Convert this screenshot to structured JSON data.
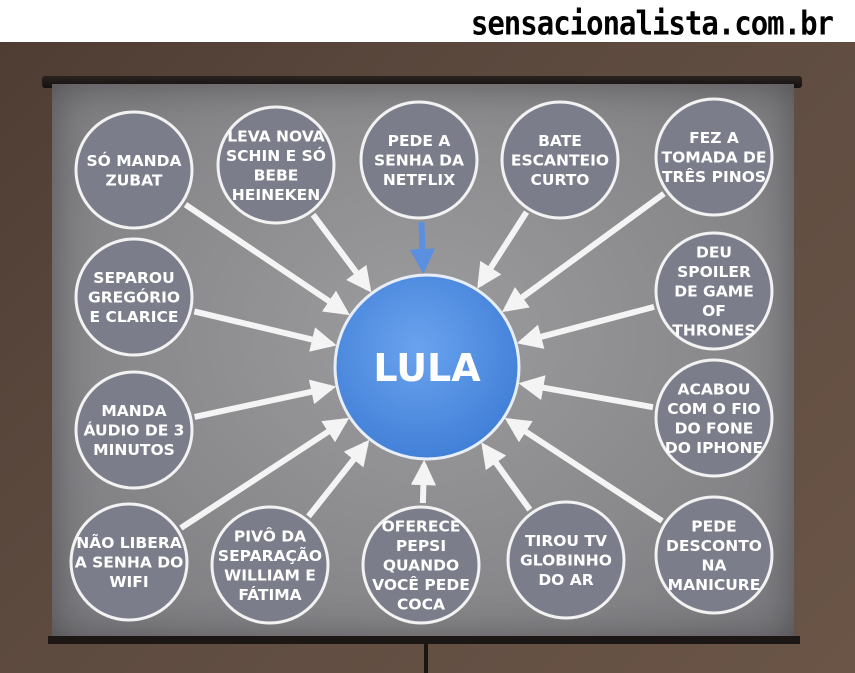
{
  "watermark": "sensacionalista.com.br",
  "center": {
    "label": "LULA",
    "color": "#4f8de0"
  },
  "colors": {
    "node": "#7b7e8a",
    "node_border": "#f2f2f2",
    "arrow": "#f4f4f4",
    "top_arrow": "#5b8fe0"
  },
  "nodes": [
    {
      "id": "so-manda-zubat",
      "lines": [
        "SÓ MANDA",
        "ZUBAT"
      ]
    },
    {
      "id": "leva-nova-schin",
      "lines": [
        "LEVA NOVA",
        "SCHIN E SÓ",
        "BEBE",
        "HEINEKEN"
      ]
    },
    {
      "id": "pede-senha-netflix",
      "lines": [
        "PEDE A",
        "SENHA DA",
        "NETFLIX"
      ]
    },
    {
      "id": "bate-escanteio",
      "lines": [
        "BATE",
        "ESCANTEIO",
        "CURTO"
      ]
    },
    {
      "id": "fez-tomada",
      "lines": [
        "FEZ A",
        "TOMADA DE",
        "TRÊS PINOS"
      ]
    },
    {
      "id": "separou-gregorio",
      "lines": [
        "SEPAROU",
        "GREGÓRIO",
        "E CLARICE"
      ]
    },
    {
      "id": "deu-spoiler",
      "lines": [
        "DEU",
        "SPOILER",
        "DE GAME",
        "OF",
        "THRONES"
      ]
    },
    {
      "id": "manda-audio",
      "lines": [
        "MANDA",
        "ÁUDIO DE 3",
        "MINUTOS"
      ]
    },
    {
      "id": "acabou-fio-fone",
      "lines": [
        "ACABOU",
        "COM O FIO",
        "DO FONE",
        "DO IPHONE"
      ]
    },
    {
      "id": "nao-libera-wifi",
      "lines": [
        "NÃO LIBERA",
        "A SENHA DO",
        "WIFI"
      ]
    },
    {
      "id": "pivo-separacao",
      "lines": [
        "PIVÔ DA",
        "SEPARAÇÃO",
        "WILLIAM E",
        "FÁTIMA"
      ]
    },
    {
      "id": "oferece-pepsi",
      "lines": [
        "OFERECE",
        "PEPSI",
        "QUANDO",
        "VOCÊ PEDE",
        "COCA"
      ]
    },
    {
      "id": "tirou-tv-globinho",
      "lines": [
        "TIROU TV",
        "GLOBINHO",
        "DO AR"
      ]
    },
    {
      "id": "pede-desconto-manicure",
      "lines": [
        "PEDE",
        "DESCONTO",
        "NA",
        "MANICURE"
      ]
    }
  ]
}
